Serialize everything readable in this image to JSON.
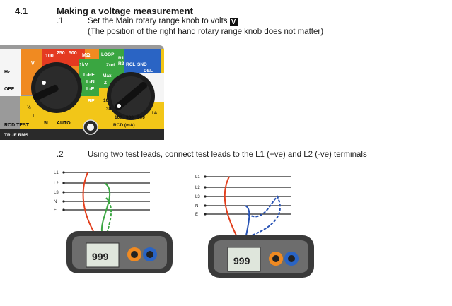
{
  "section": {
    "number": "4.1",
    "title": "Making a voltage measurement"
  },
  "step1": {
    "number": ".1",
    "text": "Set the Main rotary range knob to volts",
    "badge": "V",
    "note": "(The position of the right hand rotary range knob does not matter)"
  },
  "step2": {
    "number": ".2",
    "text": "Using two test leads, connect test leads to the L1 (+ve) and L2 (-ve) terminals"
  },
  "panel": {
    "left_dial": {
      "labels": [
        "100",
        "250",
        "500",
        "MΩ",
        "V",
        "1kV",
        "L-PE",
        "L-N",
        "L-E",
        "RE",
        "Hz",
        "OFF",
        "½",
        "I",
        "5I",
        "AUTO"
      ],
      "footer": "RCD TEST",
      "footer2": "TRUE RMS"
    },
    "right_dial": {
      "labels": [
        "LOOP",
        "R1",
        "R2",
        "RCL",
        "SND",
        "DEL",
        "Zref",
        "Max",
        "Z",
        "10",
        "30",
        "100",
        "300",
        "500",
        "1A"
      ],
      "footer": "RCD (mA)"
    }
  },
  "wiring": {
    "lines": [
      "L1",
      "L2",
      "L3",
      "N",
      "E"
    ],
    "display_value": "999"
  },
  "colors": {
    "red_lead": "#e2401e",
    "green_lead": "#3aa641",
    "blue_lead": "#2853b5"
  }
}
